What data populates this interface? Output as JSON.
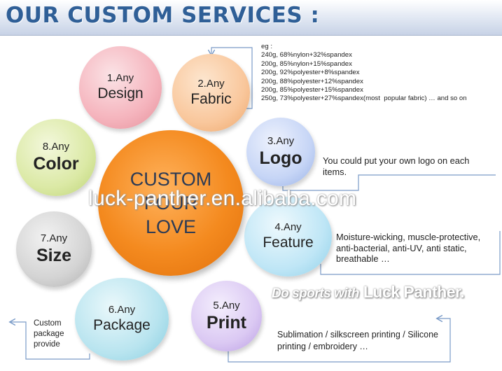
{
  "header": {
    "title": "OUR CUSTOM SERVICES :"
  },
  "center": {
    "line1": "CUSTOM",
    "line2": "FOUR",
    "line3": "LOVE"
  },
  "services": {
    "design": {
      "num": "1.Any",
      "word": "Design"
    },
    "fabric": {
      "num": "2.Any",
      "word": "Fabric"
    },
    "logo": {
      "num": "3.Any",
      "word": "Logo"
    },
    "feature": {
      "num": "4.Any",
      "word": "Feature"
    },
    "print": {
      "num": "5.Any",
      "word": "Print"
    },
    "package": {
      "num": "6.Any",
      "word": "Package"
    },
    "size": {
      "num": "7.Any",
      "word": "Size"
    },
    "color": {
      "num": "8.Any",
      "word": "Color"
    }
  },
  "fabric_examples": "eg :\n240g, 68%nylon+32%spandex\n200g, 85%nylon+15%spandex\n200g, 92%polyester+8%spandex\n200g, 88%polyester+12%spandex\n200g, 85%polyester+15%spandex\n250g, 73%polyester+27%spandex(most  popular fabric) … and so on",
  "logo_desc": "You could put your own logo on each items.",
  "feature_desc": "Moisture-wicking, muscle-protective, anti-bacterial, anti-UV, anti static, breathable …",
  "package_desc": "Custom package provide",
  "print_desc": "Sublimation / silkscreen printing / Silicone printing / embroidery …",
  "slogan": {
    "lead": "Do sports with",
    "brand": "Luck Panther."
  },
  "watermark": "luck-panther.en.alibaba.com"
}
